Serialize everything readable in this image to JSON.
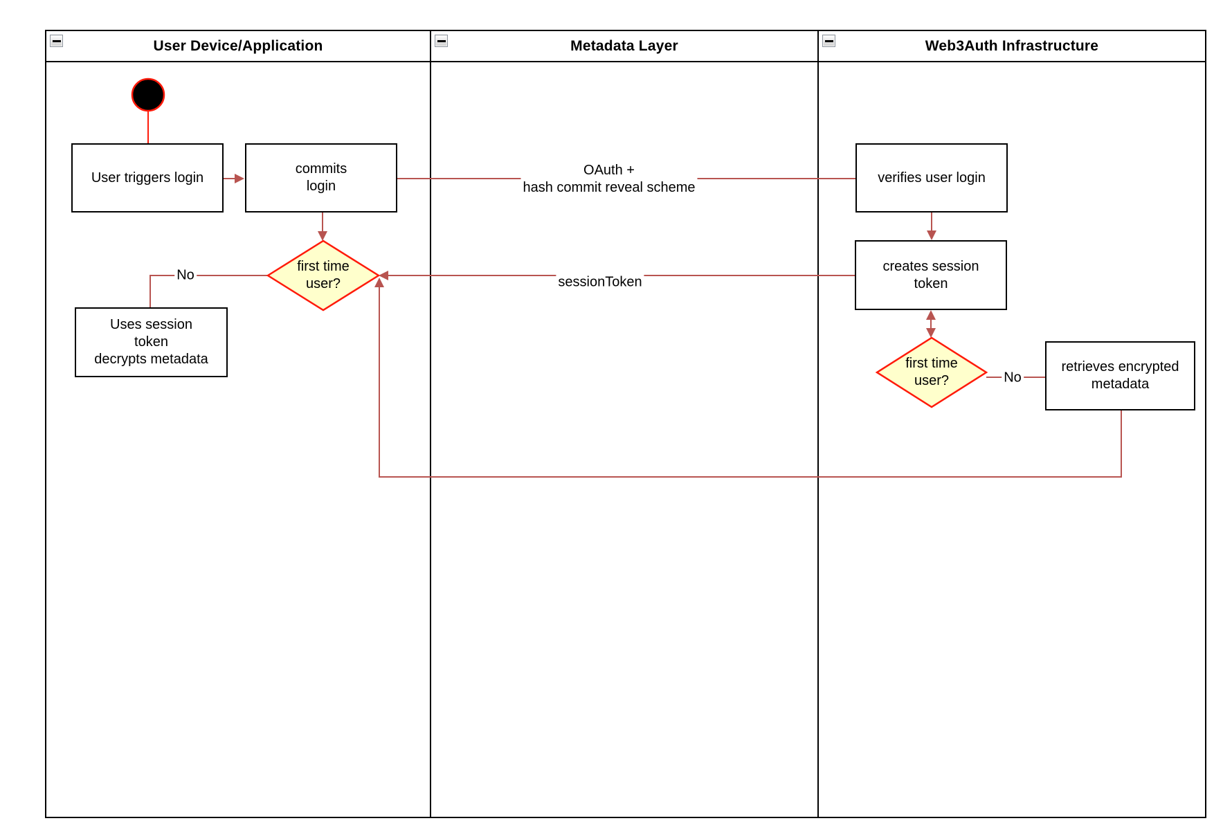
{
  "colors": {
    "background": "#ffffff",
    "edge": "#b85450",
    "accent_red": "#ff1a0a",
    "diamond_fill": "#ffffcc",
    "diamond_border": "#ff1a0a",
    "box_border": "#000000",
    "lane_border": "#000000",
    "start_fill": "#000000"
  },
  "lanes": [
    {
      "title": "User Device/Application"
    },
    {
      "title": "Metadata Layer"
    },
    {
      "title": "Web3Auth Infrastructure"
    }
  ],
  "nodes": {
    "user_triggers_login": {
      "label": "User triggers login"
    },
    "commits_login": {
      "label": "commits\nlogin"
    },
    "first_time_user_left": {
      "label": "first time\nuser?"
    },
    "uses_session_token": {
      "label": "Uses session\ntoken\ndecrypts metadata"
    },
    "verifies_user_login": {
      "label": "verifies user login"
    },
    "creates_session_token": {
      "label": "creates session\ntoken"
    },
    "first_time_user_right": {
      "label": "first time\nuser?"
    },
    "retrieves_encrypted_metadata": {
      "label": "retrieves encrypted\nmetadata"
    }
  },
  "edge_labels": {
    "oauth": "OAuth +\nhash commit reveal scheme",
    "session_token": "sessionToken",
    "no_left": "No",
    "no_right": "No"
  }
}
